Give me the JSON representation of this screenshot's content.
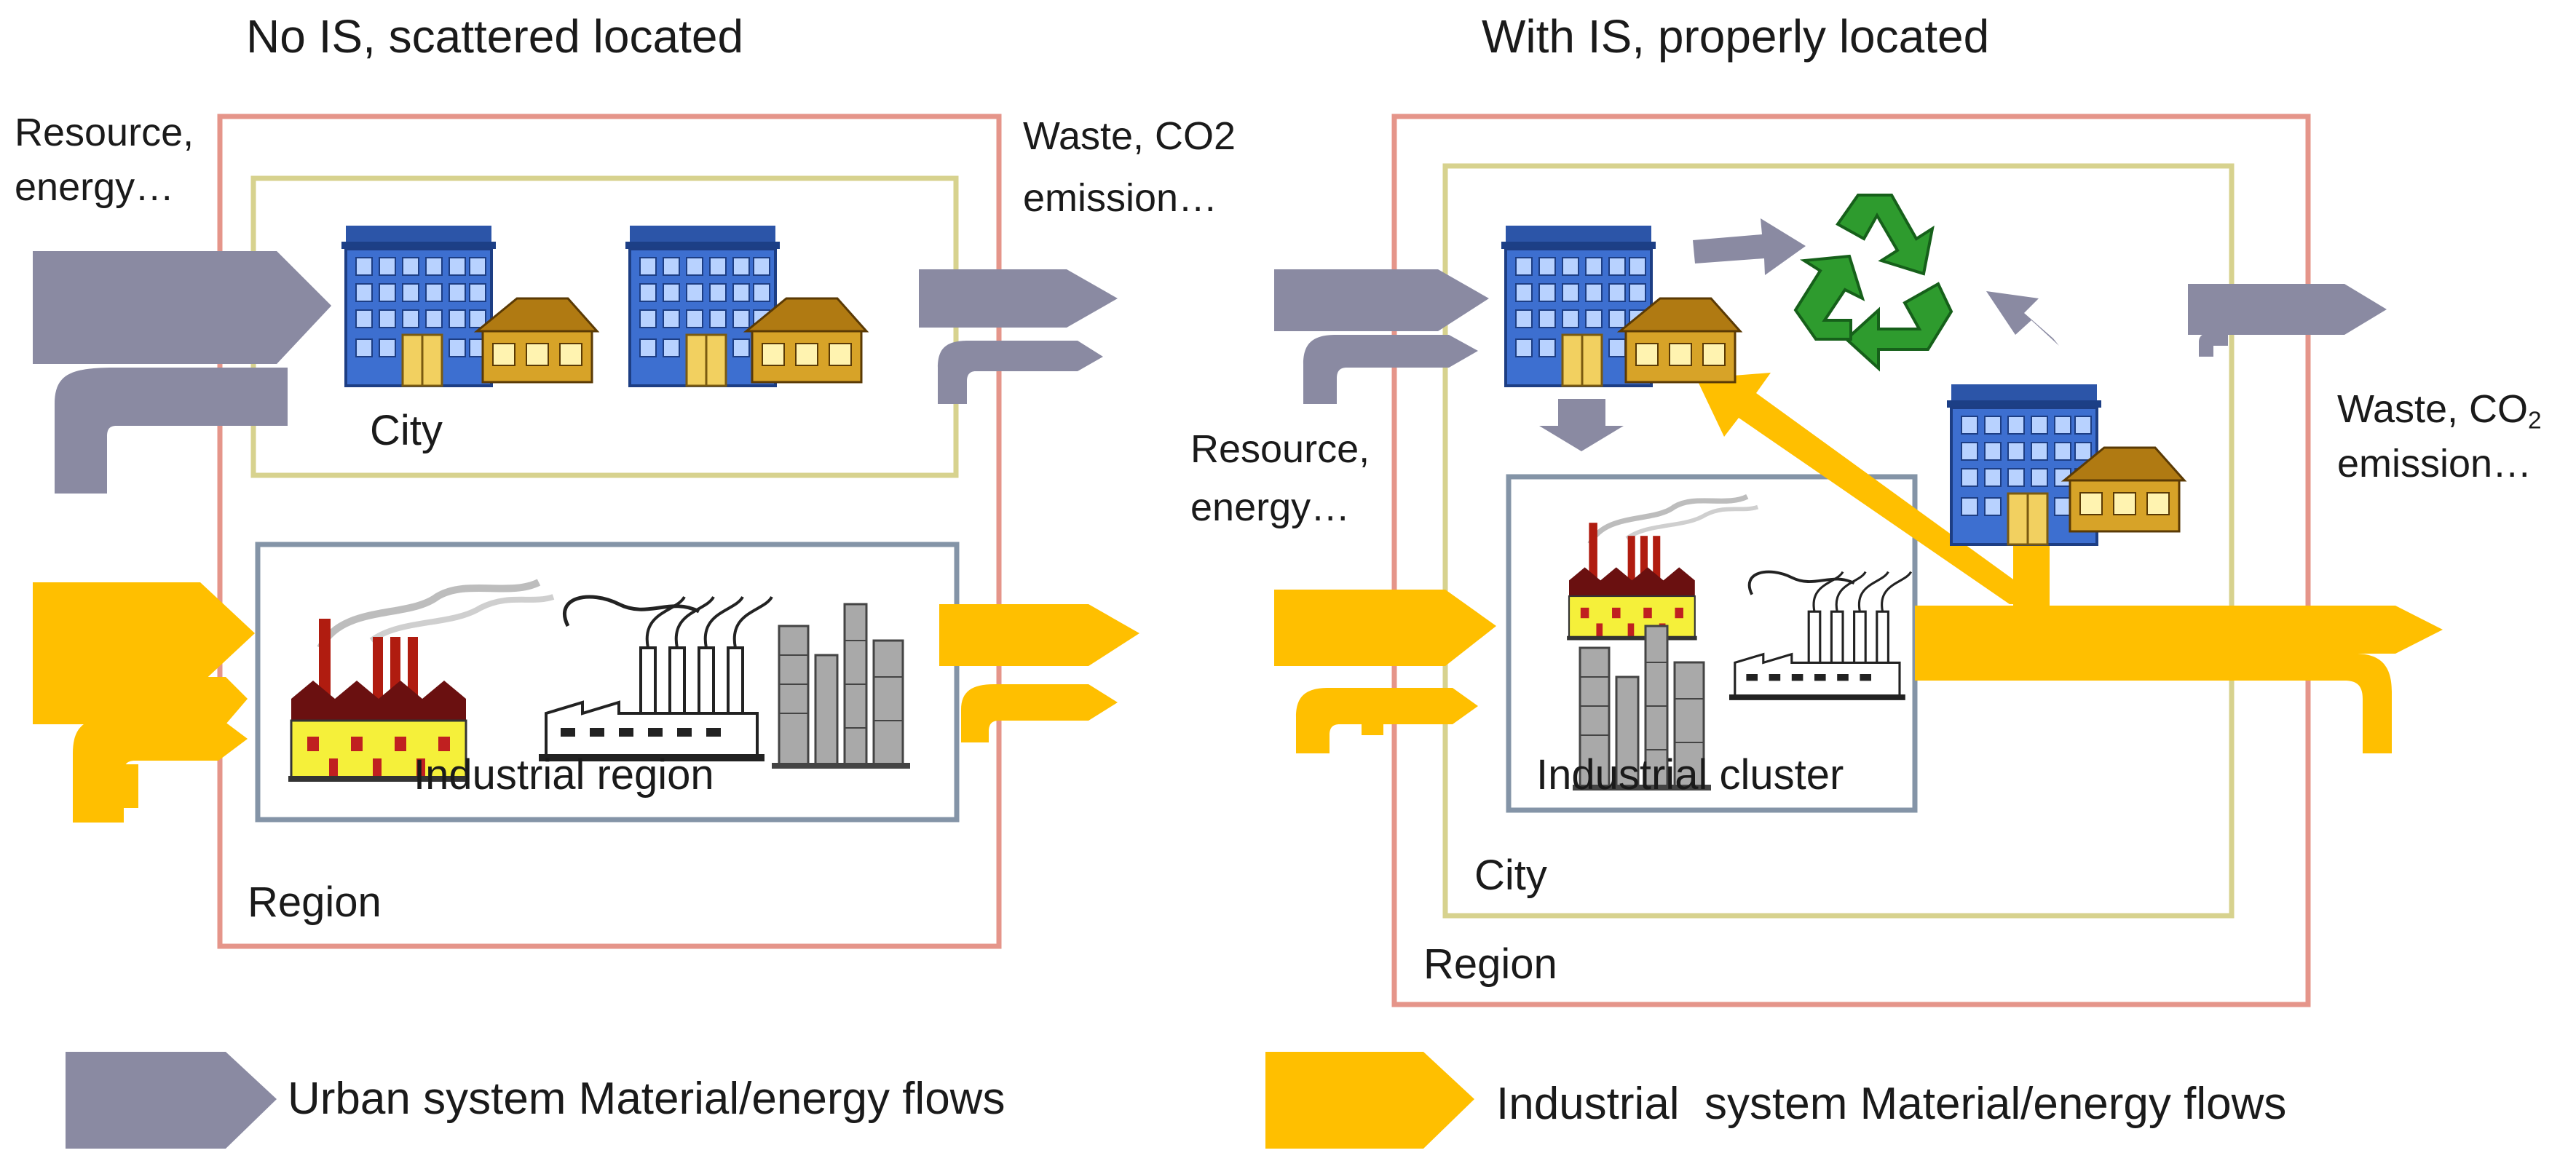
{
  "left_panel": {
    "title": "No IS, scattered located",
    "input_label_line1": "Resource,",
    "input_label_line2": "energy…",
    "output_label_line1": "Waste, CO2",
    "output_label_line2": "emission…",
    "city_label": "City",
    "industrial_label": "Industrial region",
    "region_label": "Region"
  },
  "right_panel": {
    "title": "With IS, properly located",
    "input_label_line1": "Resource,",
    "input_label_line2": "energy…",
    "output_label_line1_prefix": "Waste, CO",
    "output_label_line1_sub": "2",
    "output_label_line2": "emission…",
    "industrial_label": "Industrial cluster",
    "city_label": "City",
    "region_label": "Region"
  },
  "legend": {
    "urban": "Urban system Material/energy flows",
    "industrial": "Industrial  system Material/energy flows"
  },
  "colors": {
    "urban_flow": "#8a8aa2",
    "industrial_flow": "#ffbf00",
    "region_border": "#e5958a",
    "city_border": "#d7d28e",
    "industrial_border": "#8494a7",
    "recycle": "#2e9b2e"
  },
  "icons": [
    "building-icon",
    "house-icon",
    "factory-icon",
    "refinery-icon",
    "recycle-icon"
  ]
}
